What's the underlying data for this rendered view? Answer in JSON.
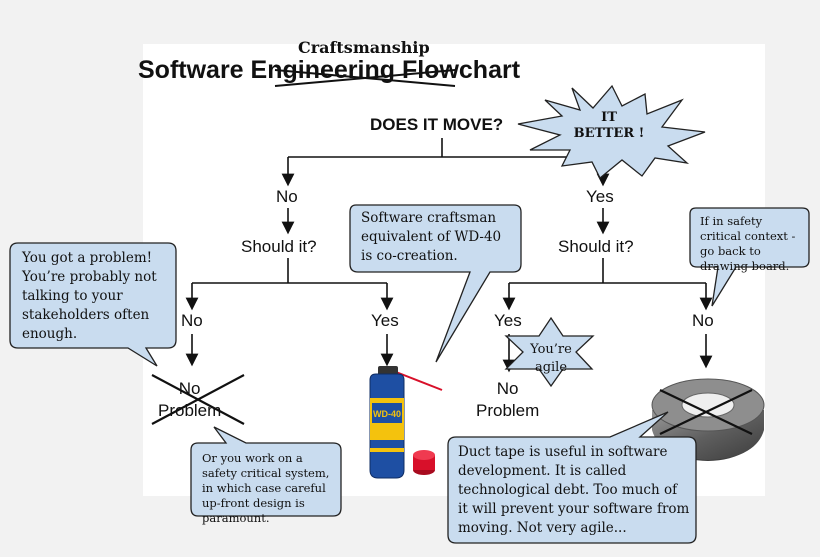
{
  "title": {
    "word1": "Software",
    "struck_word": "Engineering",
    "replacement_word": "Craftsmanship",
    "word3": "Flowchart"
  },
  "nodes": {
    "root": "DOES IT MOVE?",
    "left_no": "No",
    "right_yes": "Yes",
    "left_should": "Should it?",
    "right_should": "Should it?",
    "ll_no": "No",
    "lr_yes": "Yes",
    "rl_yes": "Yes",
    "rr_no": "No",
    "no_problem_left": "No\nProblem",
    "no_problem_right": "No\nProblem"
  },
  "callouts": {
    "it_better": "IT\nBETTER !",
    "wd40": "Software craftsman equivalent of WD-40 is co-creation.",
    "problem": "You got a problem! You’re probably not talking to your stakeholders often enough.",
    "safety_left": "Or you work on a safety critical system, in which case careful up-front design is paramount.",
    "safety_right": "If in safety critical context - go back to drawing board.",
    "agile": "You’re\nagile",
    "duct_tape": "Duct tape is useful in software development. It is called technological debt. Too much of it will prevent your software from moving. Not very agile..."
  },
  "images": {
    "wd40_label": "WD-40",
    "wd40_icon": "wd40-can-icon",
    "tape_icon": "duct-tape-icon"
  },
  "colors": {
    "bubble_fill": "#c9dcef",
    "bubble_stroke": "#222222",
    "panel": "#ffffff",
    "can_blue": "#1e4fa3",
    "can_yellow": "#f4c20d",
    "cap_red": "#d8102a",
    "tape_gray": "#6f6f6f"
  }
}
